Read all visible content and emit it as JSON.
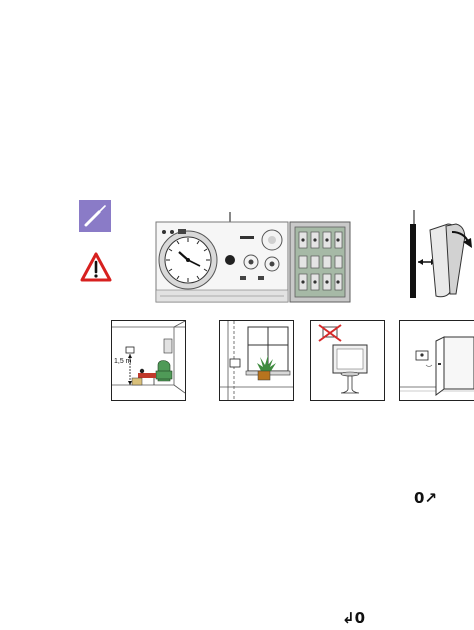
{
  "scenes": {
    "height_label": "1,5 m"
  },
  "right_margin": {
    "top_symbol": "0↗",
    "bottom_symbol": "↲0"
  },
  "colors": {
    "tool_badge": "#8a7bc7",
    "warning_red": "#d7201f",
    "panel_grey": "#c9c9c9",
    "socket_green": "#9eb59e",
    "plant_green": "#3e8a3e",
    "armchair_green": "#4f9a57",
    "forbidden_red": "#d62a2a"
  },
  "icons": {
    "tool": "screwdriver-icon",
    "warning": "warning-triangle-icon"
  }
}
